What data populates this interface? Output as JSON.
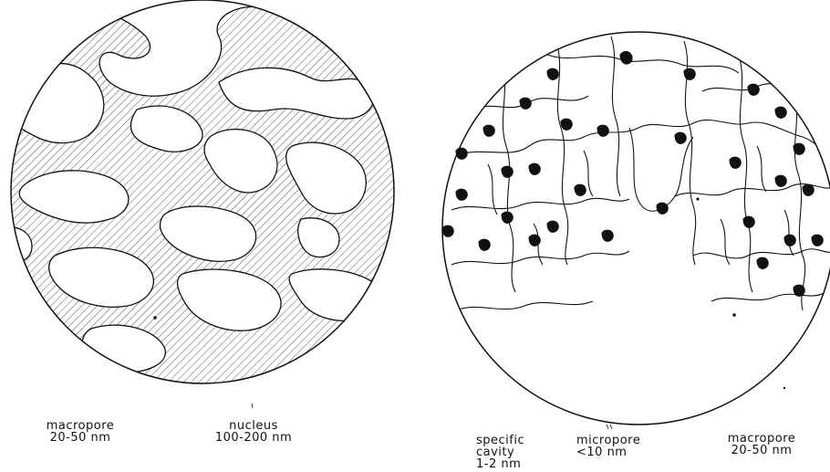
{
  "diagram": {
    "left_panel": {
      "labels": [
        {
          "line1": "macropore",
          "line2": "20-50 nm"
        },
        {
          "line1": "nucleus",
          "line2": "100-200 nm"
        }
      ]
    },
    "right_panel": {
      "labels": [
        {
          "line1": "specific",
          "line2": "cavity",
          "line3": "1-2 nm"
        },
        {
          "line1": "micropore",
          "line2": "<10 nm"
        },
        {
          "line1": "macropore",
          "line2": "20-50 nm"
        }
      ]
    }
  }
}
